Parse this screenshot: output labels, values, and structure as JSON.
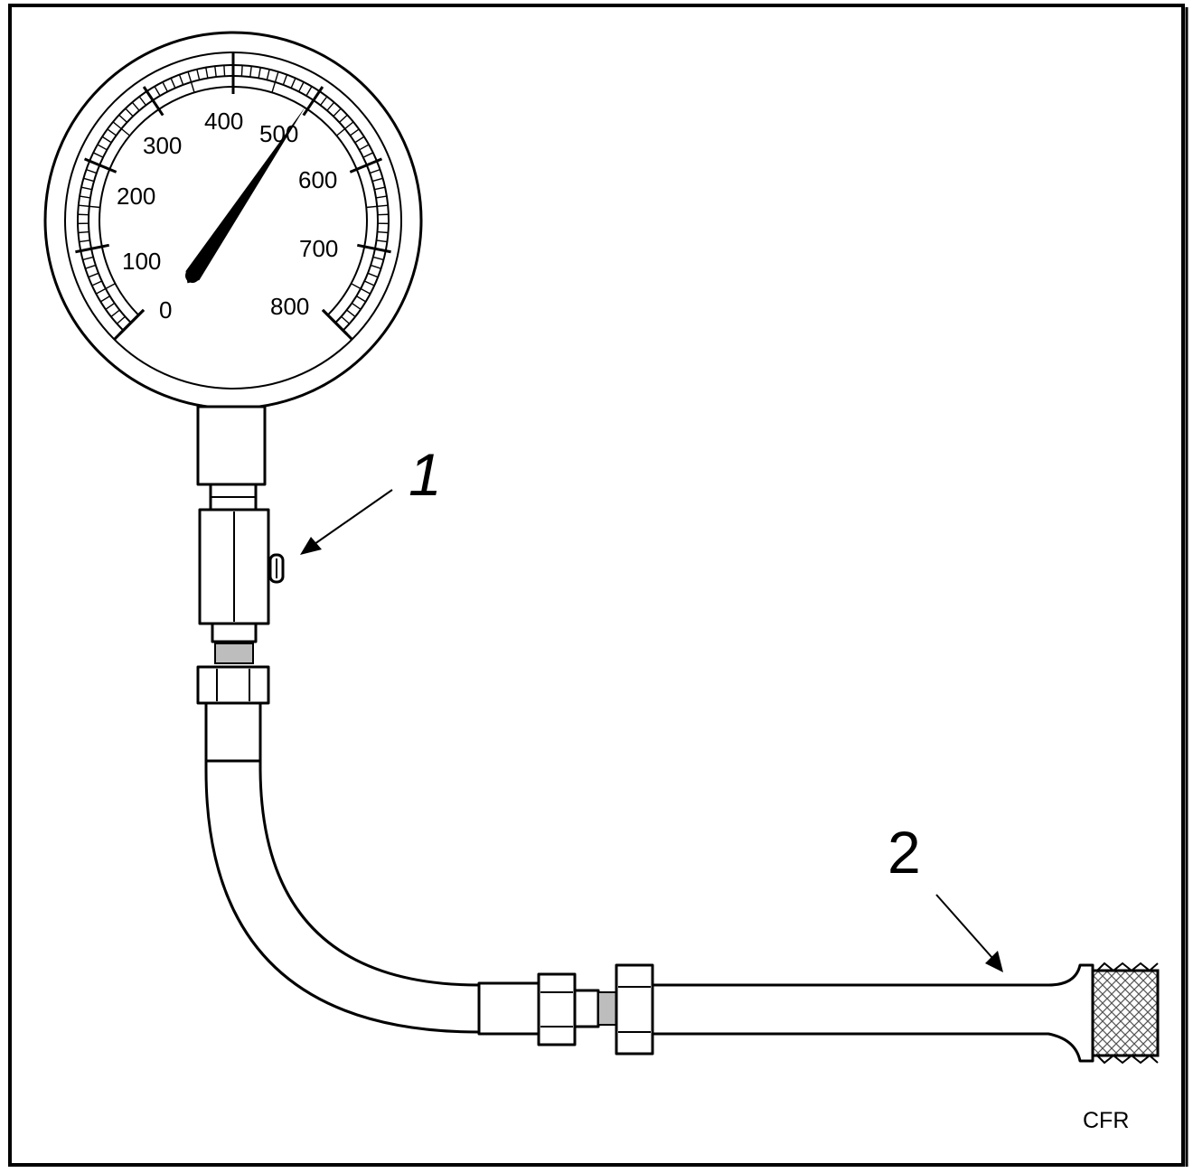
{
  "gauge": {
    "scale_labels": [
      "0",
      "100",
      "200",
      "300",
      "400",
      "500",
      "600",
      "700",
      "800"
    ],
    "needle_value": 500
  },
  "callouts": {
    "item1": "1",
    "item2": "2"
  },
  "figure_code": "CFR"
}
